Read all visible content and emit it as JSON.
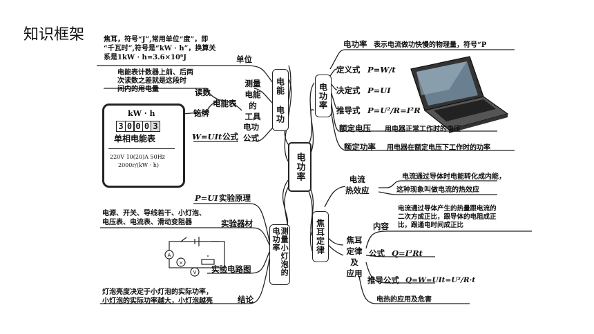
{
  "header": {
    "title": "知识框架"
  },
  "center": {
    "label": "电功率"
  },
  "left_top": {
    "branch": "电能 电功",
    "unit": {
      "label": "单位",
      "desc_lines": [
        "焦耳，符号“J”,常用单位“度”，即",
        "“千瓦时”,符号是“kW · h”，换算关",
        "系是1kW · h=3.6×10⁶J"
      ]
    },
    "measure": {
      "label_lines": [
        "测量",
        "电能",
        "的",
        "工具"
      ]
    },
    "meter_label": "电能表",
    "reading": {
      "label": "读数",
      "desc_lines": [
        "电能表计数器上前、后两",
        "次读数之差就是这段时",
        "间内的用电量"
      ]
    },
    "nameplate": "铭牌",
    "formula": {
      "label_lines": [
        "电功",
        "公式"
      ],
      "sub": "公式",
      "value": "W=UIt"
    }
  },
  "meter": {
    "unit": "kW · h",
    "digits": [
      "3",
      "0",
      "0",
      "0",
      "3"
    ],
    "name": "单相电能表",
    "spec1": "220V  10(20)A 50Hz",
    "spec2": "2000r/(kW · h)"
  },
  "right_top": {
    "branch": "电功率",
    "power": {
      "label": "电功率",
      "desc": "表示电流做功快慢的物理量，符号“P"
    },
    "definition": {
      "label": "定义式",
      "formula": "P=W/t"
    },
    "decision": {
      "label": "决定式",
      "formula": "P=UI"
    },
    "derived": {
      "label": "推导式",
      "formula": "P=U²/R=I²R"
    },
    "rated_voltage": {
      "label": "额定电压",
      "desc": "用电器正常工作时的电压"
    },
    "rated_power": {
      "label": "额定功率",
      "desc": "用电器在额定电压下工作时的功率"
    }
  },
  "left_bottom": {
    "branch": "测量小灯泡的电功率",
    "principle": {
      "label": "实验原理",
      "formula": "P=UI"
    },
    "equipment": {
      "label": "实验器材",
      "desc_lines": [
        "电源、开关、导线若干、小灯泡、",
        "电压表、电流表、滑动变阻器"
      ]
    },
    "circuit": {
      "label": "实验电路图"
    },
    "conclusion": {
      "label": "结论",
      "desc_lines": [
        "灯泡亮度决定于小灯泡的实际功率，",
        "小灯泡的实际功率越大，小灯泡越亮"
      ]
    }
  },
  "right_bottom": {
    "branch": "焦耳定律",
    "heat_effect": {
      "label_lines": [
        "电流",
        "热效应"
      ],
      "desc_lines": [
        "电流通过导体时电能转化成内能，",
        "这种现象叫做电流的热效应"
      ]
    },
    "law": {
      "label_lines": [
        "焦耳",
        "定律",
        "及",
        "应用"
      ]
    },
    "content": {
      "label": "内容",
      "desc_lines": [
        "电流通过导体产生的热量跟电流的",
        "二次方成正比，跟导体的电阻成正",
        "比，跟通电时间成正比"
      ]
    },
    "formula": {
      "label": "公式",
      "value": "Q=I²Rt"
    },
    "derived": {
      "label": "推导公式",
      "value": "Q=W=UIt=U²/R·t"
    },
    "application": {
      "label": "电热的应用及危害"
    }
  }
}
